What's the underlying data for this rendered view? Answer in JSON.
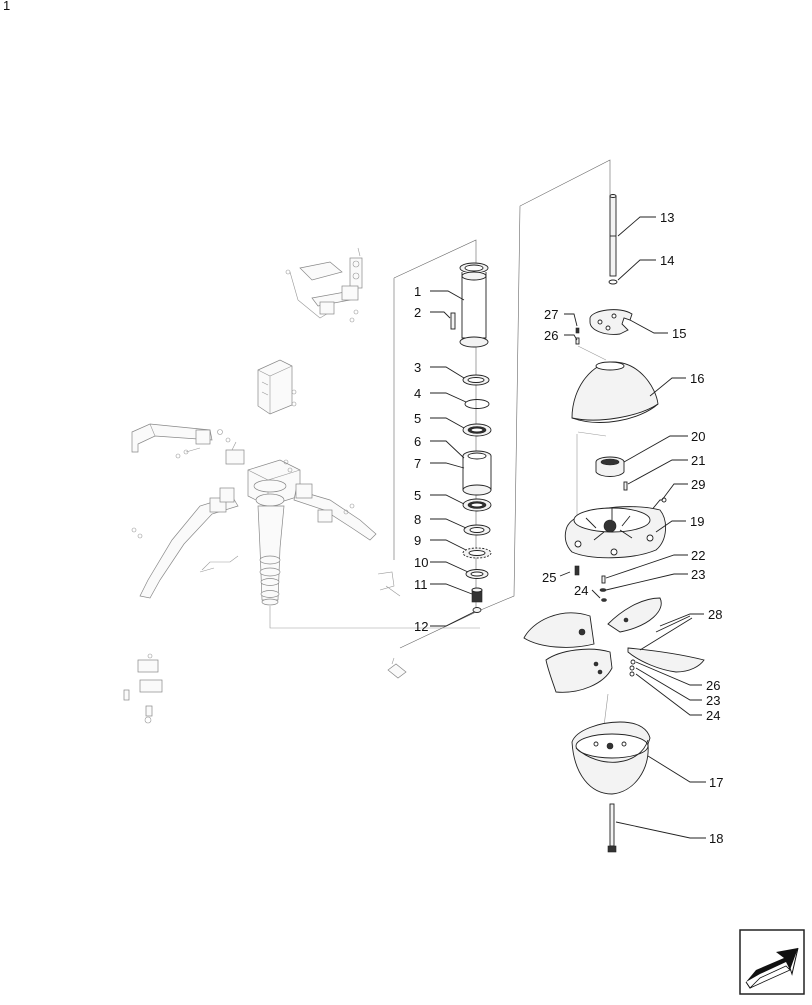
{
  "corner_mark": "1",
  "diagram": {
    "callouts": [
      {
        "id": "c1",
        "text": "1"
      },
      {
        "id": "c2",
        "text": "2"
      },
      {
        "id": "c3",
        "text": "3"
      },
      {
        "id": "c4",
        "text": "4"
      },
      {
        "id": "c5a",
        "text": "5"
      },
      {
        "id": "c6",
        "text": "6"
      },
      {
        "id": "c7",
        "text": "7"
      },
      {
        "id": "c5b",
        "text": "5"
      },
      {
        "id": "c8",
        "text": "8"
      },
      {
        "id": "c9",
        "text": "9"
      },
      {
        "id": "c10",
        "text": "10"
      },
      {
        "id": "c11",
        "text": "11"
      },
      {
        "id": "c12",
        "text": "12"
      },
      {
        "id": "c13",
        "text": "13"
      },
      {
        "id": "c14",
        "text": "14"
      },
      {
        "id": "c27",
        "text": "27"
      },
      {
        "id": "c26a",
        "text": "26"
      },
      {
        "id": "c15",
        "text": "15"
      },
      {
        "id": "c16",
        "text": "16"
      },
      {
        "id": "c20",
        "text": "20"
      },
      {
        "id": "c21",
        "text": "21"
      },
      {
        "id": "c29",
        "text": "29"
      },
      {
        "id": "c19",
        "text": "19"
      },
      {
        "id": "c25",
        "text": "25"
      },
      {
        "id": "c22",
        "text": "22"
      },
      {
        "id": "c23a",
        "text": "23"
      },
      {
        "id": "c24a",
        "text": "24"
      },
      {
        "id": "c28",
        "text": "28"
      },
      {
        "id": "c26b",
        "text": "26"
      },
      {
        "id": "c23b",
        "text": "23"
      },
      {
        "id": "c24b",
        "text": "24"
      },
      {
        "id": "c17",
        "text": "17"
      },
      {
        "id": "c18",
        "text": "18"
      }
    ]
  },
  "nav_icon": "next-page-arrow-icon",
  "colors": {
    "line": "#222222",
    "fill": "#f3f3f3",
    "background": "#ffffff"
  }
}
